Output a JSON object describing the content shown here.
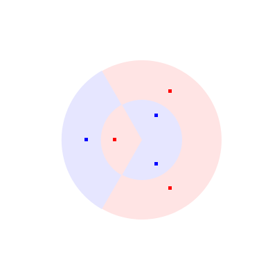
{
  "colors": {
    "background": "#ffffff",
    "red_region": "#ffe4e4",
    "blue_region": "#e6e6ff",
    "red_point": "#ff0000",
    "blue_point": "#0000ff"
  },
  "diagram": {
    "type": "annular-voronoi-partition",
    "rings": [
      "outer-ring",
      "inner-disk"
    ],
    "points": [
      {
        "id": "p1",
        "class": "red"
      },
      {
        "id": "p2",
        "class": "red"
      },
      {
        "id": "p3",
        "class": "red"
      },
      {
        "id": "p4",
        "class": "blue"
      },
      {
        "id": "p5",
        "class": "blue"
      },
      {
        "id": "p6",
        "class": "blue"
      }
    ]
  }
}
